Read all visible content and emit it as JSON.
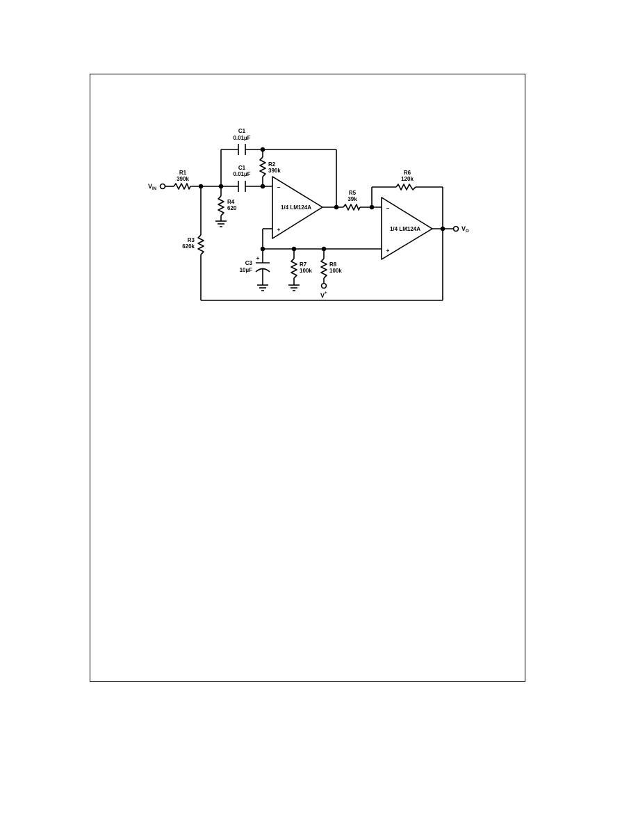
{
  "components": {
    "c1_top": {
      "ref": "C1",
      "value": "0.01µF"
    },
    "c1_mid": {
      "ref": "C1",
      "value": "0.01µF"
    },
    "r1": {
      "ref": "R1",
      "value": "390k"
    },
    "r2": {
      "ref": "R2",
      "value": "390k"
    },
    "r3": {
      "ref": "R3",
      "value": "620k"
    },
    "r4": {
      "ref": "R4",
      "value": "620"
    },
    "r5": {
      "ref": "R5",
      "value": "39k"
    },
    "r6": {
      "ref": "R6",
      "value": "120k"
    },
    "r7": {
      "ref": "R7",
      "value": "100k"
    },
    "r8": {
      "ref": "R8",
      "value": "100k"
    },
    "c3": {
      "ref": "C3",
      "value": "10µF"
    }
  },
  "opamps": {
    "u1": {
      "label": "1/4 LM124A",
      "minus": "−",
      "plus": "+"
    },
    "u2": {
      "label": "1/4 LM124A",
      "minus": "−",
      "plus": "+"
    }
  },
  "ports": {
    "vin": {
      "main": "V",
      "sub": "IN"
    },
    "vout": {
      "main": "V",
      "sub": "O"
    },
    "vplus": {
      "main": "V",
      "sup": "+"
    }
  },
  "c3_polarity": "+"
}
